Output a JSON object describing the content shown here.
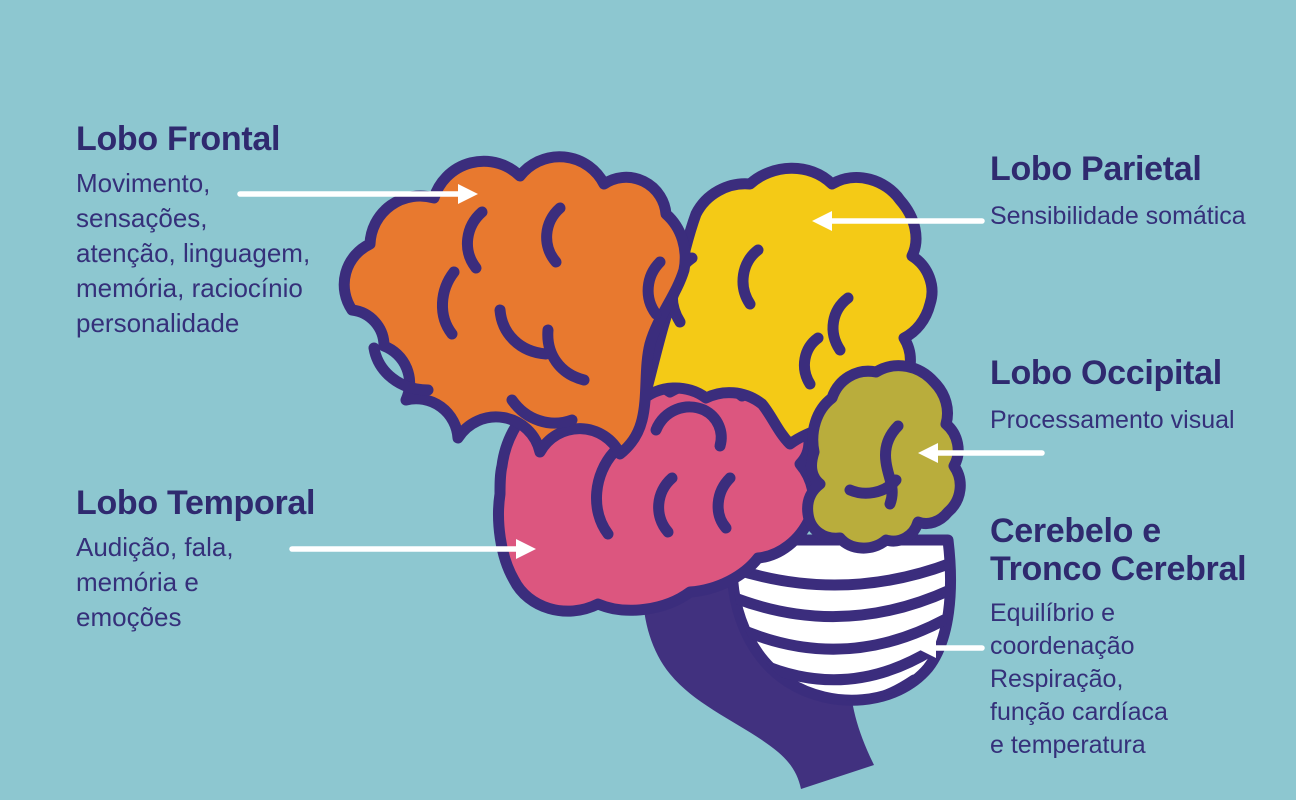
{
  "palette": {
    "background": "#8dc7d0",
    "outline": "#3b2d7d",
    "heading_text": "#2f2a6f",
    "body_text": "#35307a",
    "pointer": "#ffffff",
    "frontal": "#e8792f",
    "parietal": "#f4ca16",
    "occipital": "#b9ad3c",
    "temporal": "#dc567f",
    "cerebellum_fill": "#ffffff",
    "brainstem": "#41317f"
  },
  "sections": {
    "frontal": {
      "title": "Lobo Frontal",
      "description": "Movimento,\nsensações,\natenção, linguagem,\nmemória, raciocínio\npersonalidade"
    },
    "parietal": {
      "title": "Lobo Parietal",
      "description": "Sensibilidade somática"
    },
    "occipital": {
      "title": "Lobo Occipital",
      "description": "Processamento visual"
    },
    "temporal": {
      "title": "Lobo Temporal",
      "description": "Audição, fala,\nmemória e\nemoções"
    },
    "cerebellum": {
      "title": "Cerebelo e\nTronco Cerebral",
      "description": "Equilíbrio e\ncoordenação\nRespiração,\nfunção cardíaca\ne temperatura"
    }
  }
}
